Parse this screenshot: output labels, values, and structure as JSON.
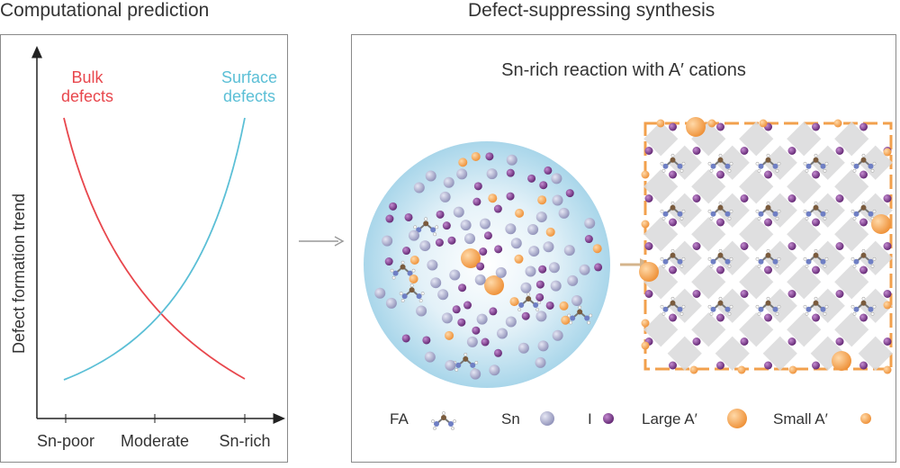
{
  "left_panel": {
    "heading": "Computational prediction",
    "y_axis_label": "Defect formation trend",
    "x_ticks": [
      "Sn-poor",
      "Moderate",
      "Sn-rich"
    ],
    "curve_bulk": {
      "label_line1": "Bulk",
      "label_line2": "defects",
      "color": "#e8474d"
    },
    "curve_surface": {
      "label_line1": "Surface",
      "label_line2": "defects",
      "color": "#5bbfd6"
    }
  },
  "right_panel": {
    "heading": "Defect-suppressing synthesis",
    "subtitle": "Sn-rich reaction with A′ cations",
    "legend": [
      {
        "label": "FA",
        "icon": "fa-molecule-icon"
      },
      {
        "label": "Sn",
        "icon": "sn-atom-icon"
      },
      {
        "label": "I",
        "icon": "iodine-atom-icon"
      },
      {
        "label": "Large A′",
        "icon": "large-a-cation-icon"
      },
      {
        "label": "Small A′",
        "icon": "small-a-cation-icon"
      }
    ]
  },
  "colors": {
    "sn": "#a7a9cc",
    "iodine": "#7b3a8c",
    "a_cation": "#f2a04d",
    "octahedron": "#d9d9db",
    "solution": "#bfe0ef",
    "arrow": "#999999",
    "arrow_tan": "#d4b48c"
  }
}
